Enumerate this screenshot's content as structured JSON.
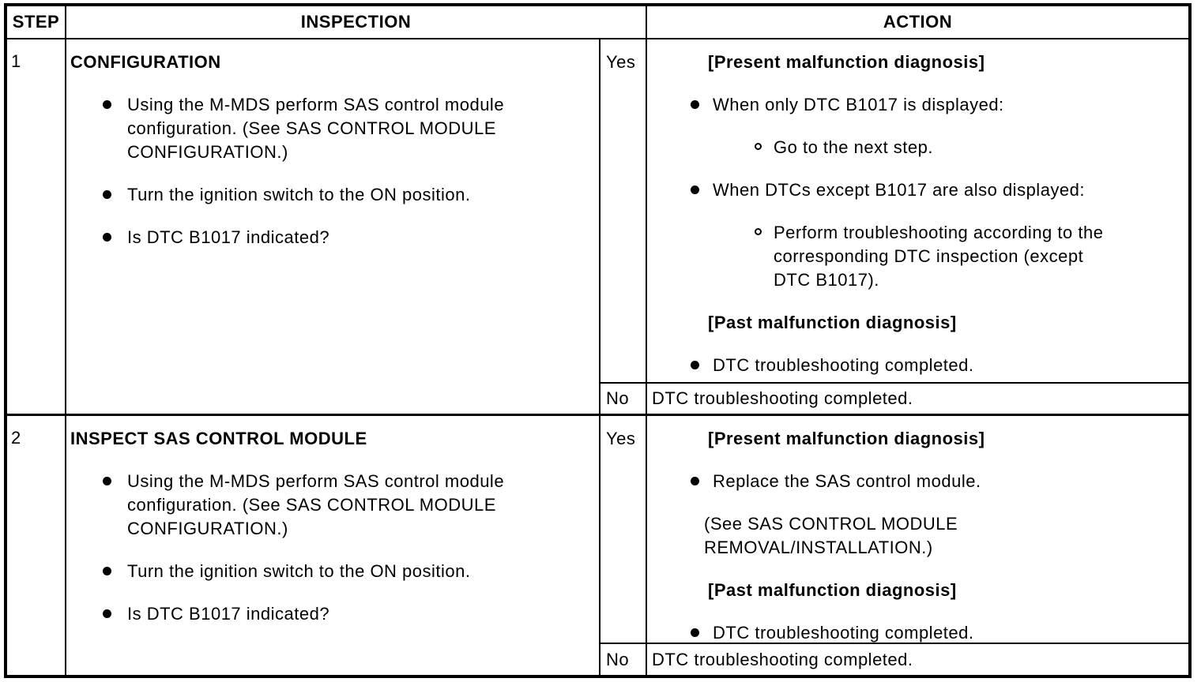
{
  "colors": {
    "ink": "#000000",
    "paper": "#ffffff"
  },
  "header": {
    "step": "STEP",
    "inspection": "INSPECTION",
    "action": "ACTION"
  },
  "rows": [
    {
      "step": "1",
      "inspection": {
        "title": "CONFIGURATION",
        "bullets": [
          "Using the M-MDS perform SAS control module\nconfiguration. (See SAS CONTROL MODULE\nCONFIGURATION.)",
          "Turn the ignition switch to the ON position.",
          "Is DTC B1017 indicated?"
        ]
      },
      "yes_label": "Yes",
      "yes_items": [
        {
          "type": "heading",
          "text": "[Present malfunction diagnosis]"
        },
        {
          "type": "bullet",
          "text": "When only DTC B1017 is displayed:"
        },
        {
          "type": "subbullet",
          "text": "Go to the next step."
        },
        {
          "type": "bullet",
          "text": "When DTCs except B1017 are also displayed:"
        },
        {
          "type": "subbullet",
          "text": "Perform troubleshooting according to the\ncorresponding DTC inspection (except\nDTC B1017)."
        },
        {
          "type": "heading",
          "text": "[Past malfunction diagnosis]"
        },
        {
          "type": "bullet",
          "text": "DTC troubleshooting completed."
        }
      ],
      "no_label": "No",
      "no_text": "DTC troubleshooting completed."
    },
    {
      "step": "2",
      "inspection": {
        "title": "INSPECT SAS CONTROL MODULE",
        "bullets": [
          "Using the M-MDS perform SAS control module\nconfiguration. (See SAS CONTROL MODULE\nCONFIGURATION.)",
          "Turn the ignition switch to the ON position.",
          "Is DTC B1017 indicated?"
        ]
      },
      "yes_label": "Yes",
      "yes_items": [
        {
          "type": "heading",
          "text": "[Present malfunction diagnosis]"
        },
        {
          "type": "bullet",
          "text": "Replace the SAS control module."
        },
        {
          "type": "plain",
          "text": "(See SAS CONTROL MODULE\nREMOVAL/INSTALLATION.)"
        },
        {
          "type": "heading",
          "text": "[Past malfunction diagnosis]"
        },
        {
          "type": "bullet",
          "text": "DTC troubleshooting completed."
        }
      ],
      "no_label": "No",
      "no_text": "DTC troubleshooting completed."
    }
  ]
}
